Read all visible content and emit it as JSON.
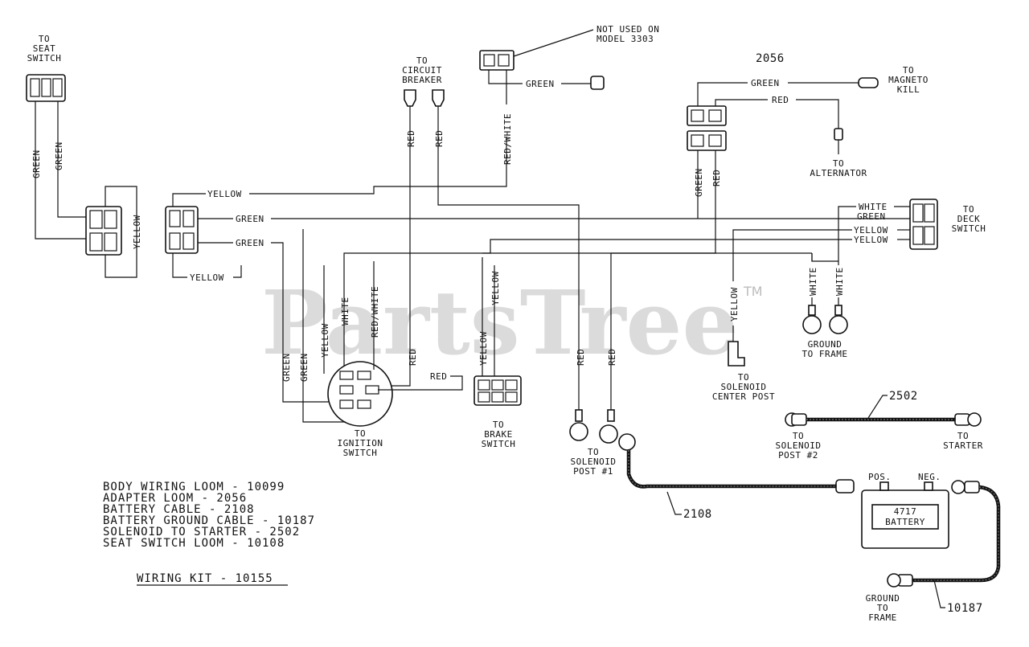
{
  "labels": {
    "to_seat_switch": [
      "TO",
      "SEAT",
      "SWITCH"
    ],
    "to_circuit_breaker": [
      "TO",
      "CIRCUIT",
      "BREAKER"
    ],
    "not_used": [
      "NOT USED ON",
      "MODEL 3303"
    ],
    "green_top": "GREEN",
    "red_white_top": "RED/WHITE",
    "assembly_2056": "2056",
    "green_magneto": "GREEN",
    "to_magneto_kill": [
      "TO",
      "MAGNETO",
      "KILL"
    ],
    "red_alternator": "RED",
    "to_alternator": [
      "TO",
      "ALTERNATOR"
    ],
    "green_seat_a": "GREEN",
    "green_seat_b": "GREEN",
    "yellow_side": "YELLOW",
    "red_cb_a": "RED",
    "red_cb_b": "RED",
    "green_2056": "GREEN",
    "red_2056": "RED",
    "yellow_1": "YELLOW",
    "green_1": "GREEN",
    "green_2": "GREEN",
    "yellow_2": "YELLOW",
    "white_deck": "WHITE",
    "green_deck": "GREEN",
    "yellow_deck_a": "YELLOW",
    "yellow_deck_b": "YELLOW",
    "to_deck_switch": [
      "TO",
      "DECK",
      "SWITCH"
    ],
    "white_ign": "WHITE",
    "red_white_ign": "RED/WHITE",
    "yellow_ign": "YELLOW",
    "yellow_brake": "YELLOW",
    "yellow_brake2": "YELLOW",
    "green_ign_a": "GREEN",
    "green_ign_b": "GREEN",
    "red_ign": "RED",
    "red_ign2": "RED",
    "red_sol_a": "RED",
    "red_sol_b": "RED",
    "yellow_solenoid": "YELLOW",
    "white_gnd_a": "WHITE",
    "white_gnd_b": "WHITE",
    "ground_to_frame": [
      "GROUND",
      "TO FRAME"
    ],
    "to_solenoid_center": [
      "TO",
      "SOLENOID",
      "CENTER POST"
    ],
    "to_ignition_switch": [
      "TO",
      "IGNITION",
      "SWITCH"
    ],
    "to_brake_switch": [
      "TO",
      "BRAKE",
      "SWITCH"
    ],
    "to_solenoid_post1": [
      "TO",
      "SOLENOID",
      "POST #1"
    ],
    "cable_2502": "2502",
    "to_solenoid_post2": [
      "TO",
      "SOLENOID",
      "POST #2"
    ],
    "to_starter": [
      "TO",
      "STARTER"
    ],
    "pos": "POS.",
    "neg": "NEG.",
    "battery": [
      "4717",
      "BATTERY"
    ],
    "cable_2108": "2108",
    "ground_to_frame_batt": [
      "GROUND",
      "TO",
      "FRAME"
    ],
    "cable_10187": "10187"
  },
  "legend": [
    "BODY WIRING LOOM - 10099",
    "ADAPTER LOOM - 2056",
    "BATTERY CABLE - 2108",
    "BATTERY GROUND CABLE - 10187",
    "SOLENOID TO STARTER - 2502",
    "SEAT SWITCH LOOM - 10108"
  ],
  "kit_title": "WIRING KIT - 10155",
  "watermark": "PartsTree",
  "watermark_tm": "TM"
}
